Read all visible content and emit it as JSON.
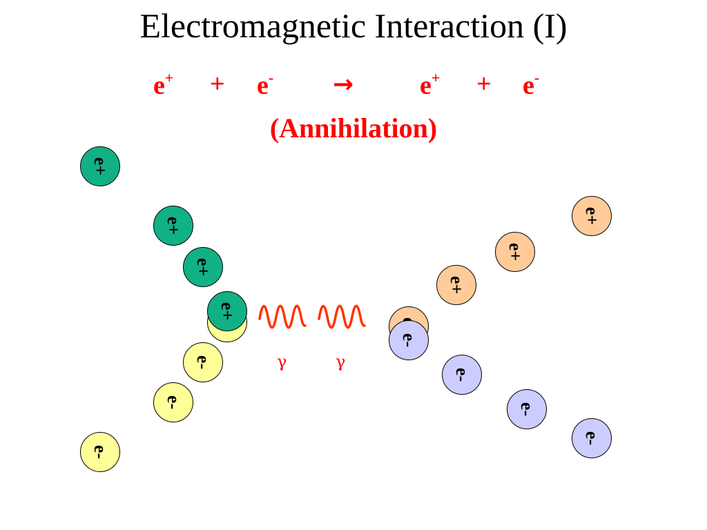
{
  "title": "Electromagnetic Interaction (I)",
  "equation": {
    "lhs_particle1": "e",
    "lhs_particle1_charge": "+",
    "lhs_plus": "+",
    "lhs_particle2": "e",
    "lhs_particle2_charge": "-",
    "arrow": "→",
    "rhs_particle1": "e",
    "rhs_particle1_charge": "+",
    "rhs_plus": "+",
    "rhs_particle2": "e",
    "rhs_particle2_charge": "-"
  },
  "subtitle": "(Annihilation)",
  "particles": {
    "positron_label": "e+",
    "electron_label": "e-"
  },
  "photons": {
    "label_1": "γ",
    "label_2": "γ"
  },
  "colors": {
    "positron_incoming": "#12b185",
    "electron_incoming": "#ffff99",
    "positron_outgoing": "#ffcc99",
    "electron_outgoing": "#ccccff",
    "reaction_text": "#ff0000",
    "photon_wave": "#ff3300"
  }
}
